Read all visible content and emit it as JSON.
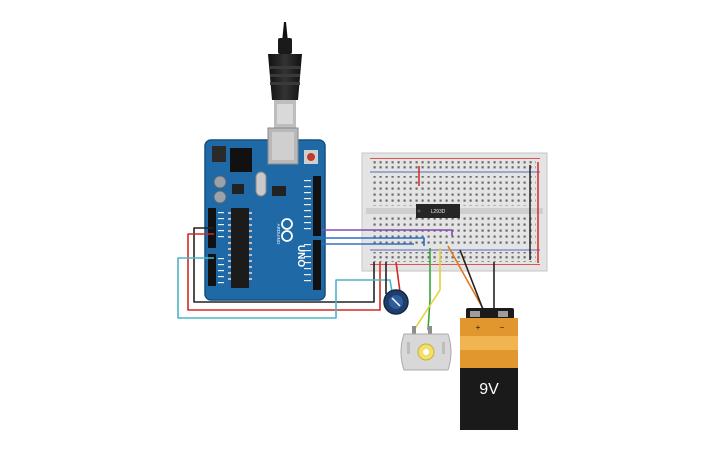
{
  "arduino": {
    "brand_text": "UNO",
    "logo_text": "ARDUINO"
  },
  "breadboard": {
    "chip_label": "L293D"
  },
  "battery": {
    "label": "9V",
    "plus": "+",
    "minus": "−"
  },
  "wire_colors": {
    "black": "#222222",
    "red": "#d42a20",
    "cyan": "#4bb6c9",
    "purple": "#7e4db3",
    "blue": "#2a6fc9",
    "green": "#3aa535",
    "yellow": "#e5d13a",
    "orange": "#e07a1f"
  }
}
